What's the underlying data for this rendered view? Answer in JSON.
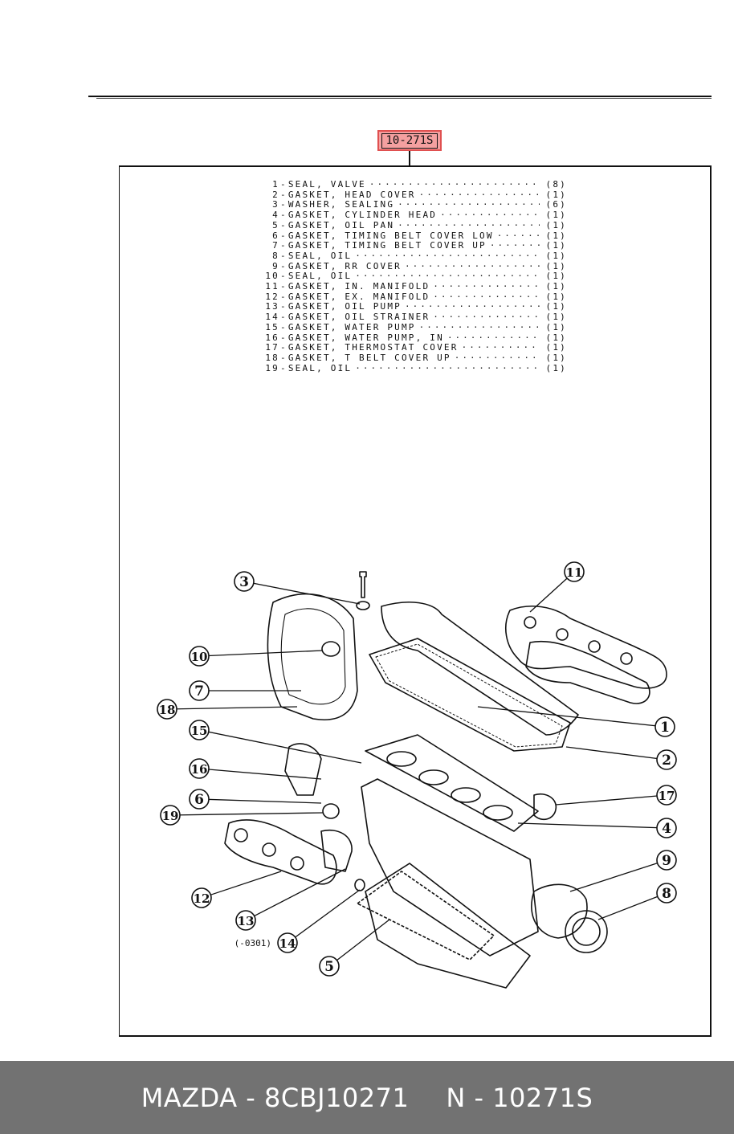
{
  "part_tag": "10-271S",
  "parts": [
    {
      "num": "1",
      "name": "SEAL, VALVE",
      "qty": "(8)"
    },
    {
      "num": "2",
      "name": "GASKET, HEAD COVER",
      "qty": "(1)"
    },
    {
      "num": "3",
      "name": "WASHER, SEALING",
      "qty": "(6)"
    },
    {
      "num": "4",
      "name": "GASKET, CYLINDER HEAD",
      "qty": "(1)"
    },
    {
      "num": "5",
      "name": "GASKET, OIL PAN",
      "qty": "(1)"
    },
    {
      "num": "6",
      "name": "GASKET, TIMING BELT COVER LOW",
      "qty": "(1)"
    },
    {
      "num": "7",
      "name": "GASKET, TIMING BELT COVER UP",
      "qty": "(1)"
    },
    {
      "num": "8",
      "name": "SEAL, OIL",
      "qty": "(1)"
    },
    {
      "num": "9",
      "name": "GASKET, RR COVER",
      "qty": "(1)"
    },
    {
      "num": "10",
      "name": "SEAL, OIL",
      "qty": "(1)"
    },
    {
      "num": "11",
      "name": "GASKET, IN. MANIFOLD",
      "qty": "(1)"
    },
    {
      "num": "12",
      "name": "GASKET, EX. MANIFOLD",
      "qty": "(1)"
    },
    {
      "num": "13",
      "name": "GASKET, OIL PUMP",
      "qty": "(1)"
    },
    {
      "num": "14",
      "name": "GASKET, OIL STRAINER",
      "qty": "(1)"
    },
    {
      "num": "15",
      "name": "GASKET, WATER PUMP",
      "qty": "(1)"
    },
    {
      "num": "16",
      "name": "GASKET, WATER PUMP, IN",
      "qty": "(1)"
    },
    {
      "num": "17",
      "name": "GASKET, THERMOSTAT COVER",
      "qty": "(1)"
    },
    {
      "num": "18",
      "name": "GASKET, T BELT COVER UP",
      "qty": "(1)"
    },
    {
      "num": "19",
      "name": "SEAL, OIL",
      "qty": "(1)"
    }
  ],
  "callouts": [
    "1",
    "2",
    "3",
    "4",
    "5",
    "6",
    "7",
    "8",
    "9",
    "10",
    "11",
    "12",
    "13",
    "14",
    "15",
    "16",
    "17",
    "18",
    "19"
  ],
  "callout_note_14": "(-0301)",
  "footer": {
    "left": "MAZDA - 8CBJ10271",
    "right": "N - 10271S"
  },
  "colors": {
    "tag_highlight": "#f4a0a0",
    "footer_bg": "#727272",
    "line": "#111111"
  }
}
